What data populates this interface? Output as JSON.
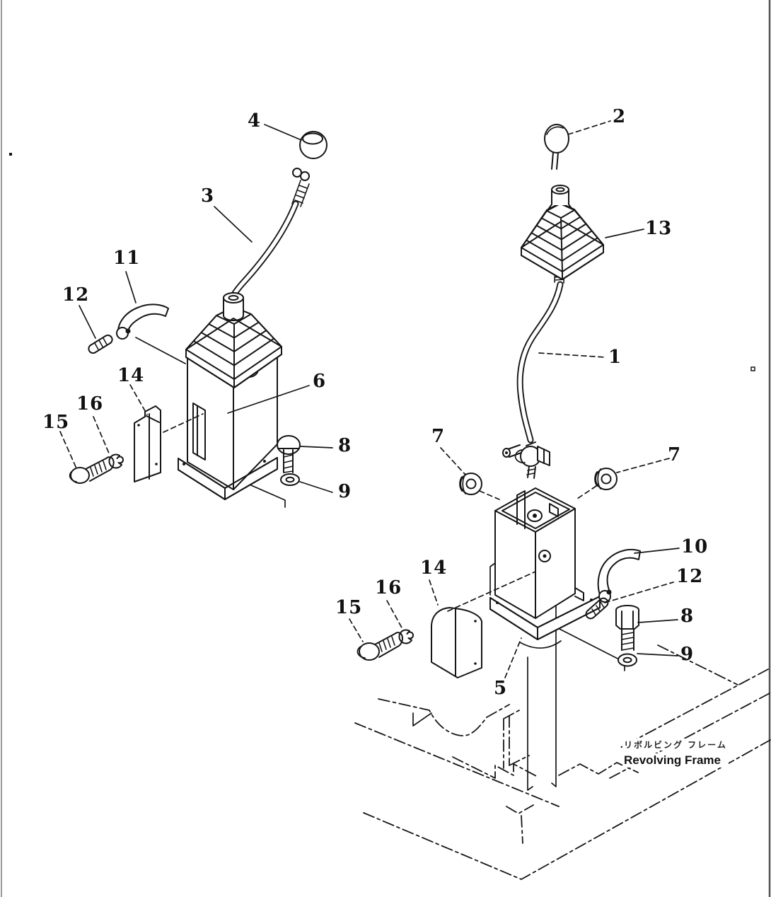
{
  "figure": {
    "frame_label_jp": "リボルビング フレーム",
    "frame_label_en": "Revolving Frame",
    "ink_color": "#161616",
    "paper_color": "#ffffff"
  },
  "callouts": [
    {
      "id": "knob-left",
      "label": "4"
    },
    {
      "id": "lever-left",
      "label": "3"
    },
    {
      "id": "hook-left",
      "label": "11"
    },
    {
      "id": "pin-left",
      "label": "12"
    },
    {
      "id": "plate-left",
      "label": "14"
    },
    {
      "id": "lockwasher-left",
      "label": "16"
    },
    {
      "id": "bolt-left",
      "label": "15"
    },
    {
      "id": "housing-left",
      "label": "6"
    },
    {
      "id": "plug-bolt-left",
      "label": "8"
    },
    {
      "id": "washer-left",
      "label": "9"
    },
    {
      "id": "knob-right",
      "label": "2"
    },
    {
      "id": "boot-right",
      "label": "13"
    },
    {
      "id": "lever-right",
      "label": "1"
    },
    {
      "id": "grommet-right-a",
      "label": "7"
    },
    {
      "id": "grommet-right-b",
      "label": "7"
    },
    {
      "id": "hook-right",
      "label": "10"
    },
    {
      "id": "pin-right",
      "label": "12"
    },
    {
      "id": "bolt-head-right",
      "label": "8"
    },
    {
      "id": "washer-right",
      "label": "9"
    },
    {
      "id": "plate-right",
      "label": "14"
    },
    {
      "id": "lockwasher-right",
      "label": "16"
    },
    {
      "id": "bolt-right",
      "label": "15"
    },
    {
      "id": "housing-right",
      "label": "5"
    }
  ]
}
